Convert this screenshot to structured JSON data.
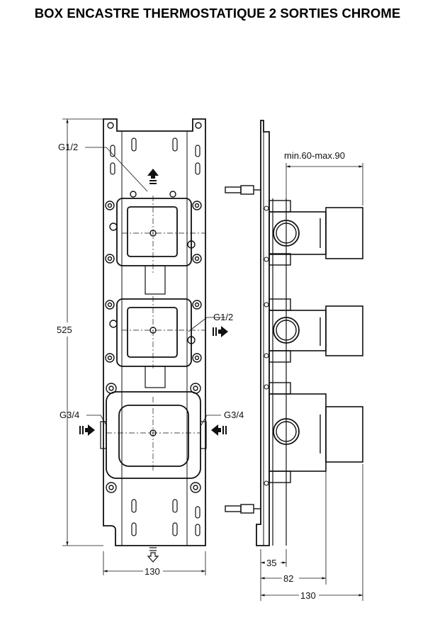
{
  "title": "BOX ENCASTRE THERMOSTATIQUE 2 SORTIES CHROME",
  "front_view": {
    "label_g12_top": "G1/2",
    "label_g12_mid": "G1/2",
    "label_g34_left": "G3/4",
    "label_g34_right": "G3/4",
    "dim_height": "525",
    "dim_width": "130"
  },
  "side_view": {
    "dim_depth_range": "min.60-max.90",
    "dim_35": "35",
    "dim_82": "82",
    "dim_130": "130"
  }
}
